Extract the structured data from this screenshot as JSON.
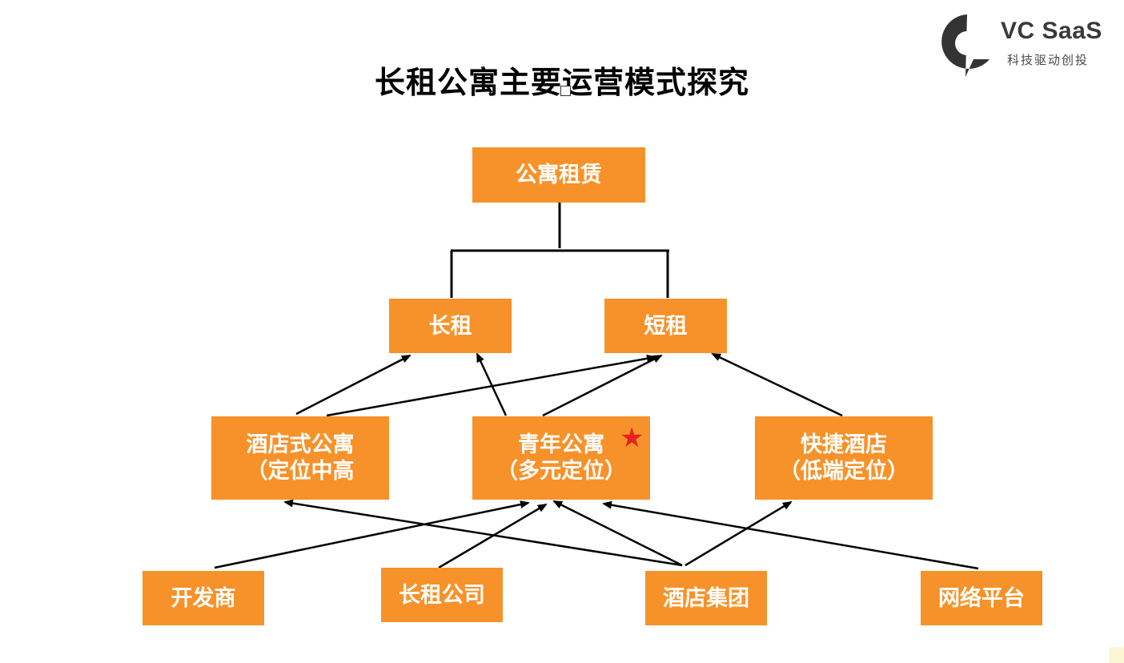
{
  "title": "长租公寓主要运营模式探究",
  "logo": {
    "brand": "VC SaaS",
    "tagline": "科技驱动创投"
  },
  "colors": {
    "box": "#f7922a",
    "star": "#e5221d",
    "line": "#000000"
  },
  "nodes": {
    "root": "公寓租赁",
    "long_term": "长租",
    "short_term": "短租",
    "hotel_apartment": {
      "line1": "酒店式公寓",
      "line2": "（定位中高"
    },
    "youth_apartment": {
      "line1": "青年公寓",
      "line2": "（多元定位）"
    },
    "budget_hotel": {
      "line1": "快捷酒店",
      "line2": "（低端定位）"
    },
    "developer": "开发商",
    "rental_company": "长租公司",
    "hotel_group": "酒店集团",
    "online_platform": "网络平台"
  },
  "star_symbol": "★"
}
